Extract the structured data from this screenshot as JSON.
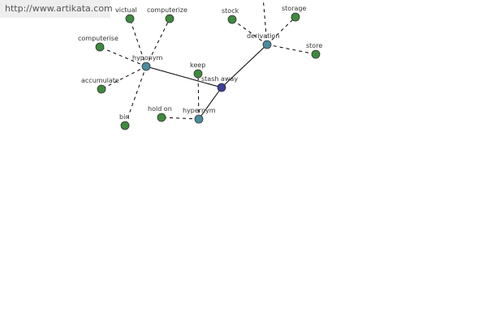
{
  "source_url": "http://www.artikata.com",
  "colors": {
    "root": "#3a3f9a",
    "category": "#4a8c9c",
    "word": "#3e8a3e"
  },
  "nodes": [
    {
      "id": "stash-away",
      "label": "stash away",
      "kind": "root"
    },
    {
      "id": "hyponym",
      "label": "hyponym",
      "kind": "category"
    },
    {
      "id": "hypernym",
      "label": "hypernym",
      "kind": "category"
    },
    {
      "id": "derivation",
      "label": "derivation",
      "kind": "category"
    },
    {
      "id": "victual",
      "label": "victual",
      "kind": "word"
    },
    {
      "id": "computerize",
      "label": "computerize",
      "kind": "word"
    },
    {
      "id": "computerise",
      "label": "computerise",
      "kind": "word"
    },
    {
      "id": "accumulate",
      "label": "accumulate",
      "kind": "word"
    },
    {
      "id": "bin",
      "label": "bin",
      "kind": "word"
    },
    {
      "id": "keep",
      "label": "keep",
      "kind": "word"
    },
    {
      "id": "hold-on",
      "label": "hold on",
      "kind": "word"
    },
    {
      "id": "stock",
      "label": "stock",
      "kind": "word"
    },
    {
      "id": "storage",
      "label": "storage",
      "kind": "word"
    },
    {
      "id": "store",
      "label": "store",
      "kind": "word"
    }
  ],
  "edges": [
    {
      "from": "hyponym",
      "to": "stash-away",
      "style": "solid"
    },
    {
      "from": "hypernym",
      "to": "stash-away",
      "style": "solid"
    },
    {
      "from": "derivation",
      "to": "stash-away",
      "style": "solid"
    },
    {
      "from": "hyponym",
      "to": "victual",
      "style": "dashed"
    },
    {
      "from": "hyponym",
      "to": "computerize",
      "style": "dashed"
    },
    {
      "from": "hyponym",
      "to": "computerise",
      "style": "dashed"
    },
    {
      "from": "hyponym",
      "to": "accumulate",
      "style": "dashed"
    },
    {
      "from": "hyponym",
      "to": "bin",
      "style": "dashed"
    },
    {
      "from": "hypernym",
      "to": "keep",
      "style": "dashed"
    },
    {
      "from": "hypernym",
      "to": "hold-on",
      "style": "dashed"
    },
    {
      "from": "derivation",
      "to": "stock",
      "style": "dashed"
    },
    {
      "from": "derivation",
      "to": "storage",
      "style": "dashed"
    },
    {
      "from": "derivation",
      "to": "store",
      "style": "dashed"
    },
    {
      "from": "derivation",
      "to": "offscreen-top",
      "style": "dashed"
    }
  ]
}
